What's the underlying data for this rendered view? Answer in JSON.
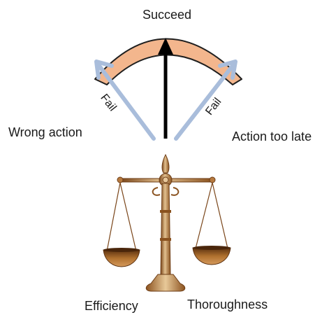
{
  "labels": {
    "top": "Succeed",
    "left": "Wrong action",
    "right": "Action too late",
    "fail_left": "Fail",
    "fail_right": "Fail",
    "bottom_left": "Efficiency",
    "bottom_right": "Thoroughness"
  },
  "colors": {
    "arc_fill": "#f3b68d",
    "arc_stroke": "#1f1f1f",
    "fail_arrow": "#a9bddb",
    "succeed_arrow": "#000000",
    "scale_metal": "#b77a3f",
    "scale_dark": "#6e3e17",
    "scale_highlight": "#e7c79a",
    "pan_fill": "#a86528"
  }
}
